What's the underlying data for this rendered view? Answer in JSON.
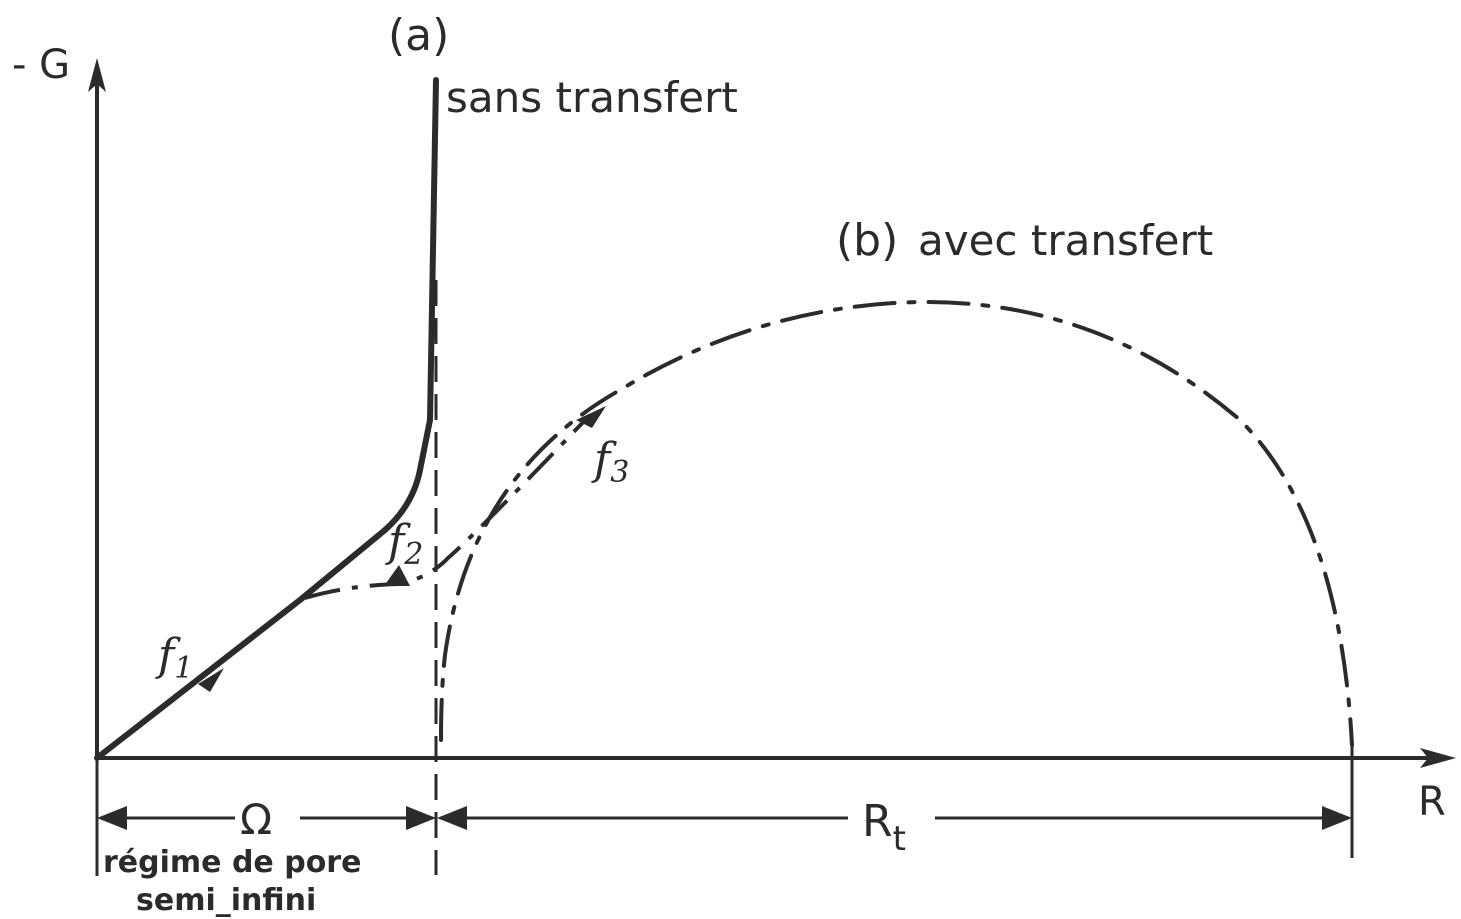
{
  "axes": {
    "y_label": "- G",
    "x_label": "R"
  },
  "curves": {
    "a_label": "(a)",
    "a_description": "sans transfert",
    "b_label": "(b)",
    "b_description": "avec transfert"
  },
  "points": {
    "f1": "f",
    "f1_sub": "1",
    "f2": "f",
    "f2_sub": "2",
    "f3": "f",
    "f3_sub": "3"
  },
  "dimensions": {
    "omega": "Ω",
    "rt": "R",
    "rt_sub": "t",
    "regime_line1": "régime de pore",
    "regime_line2": "semi_infini"
  },
  "colors": {
    "ink": "#2b2b2b",
    "paper": "#ffffff"
  }
}
